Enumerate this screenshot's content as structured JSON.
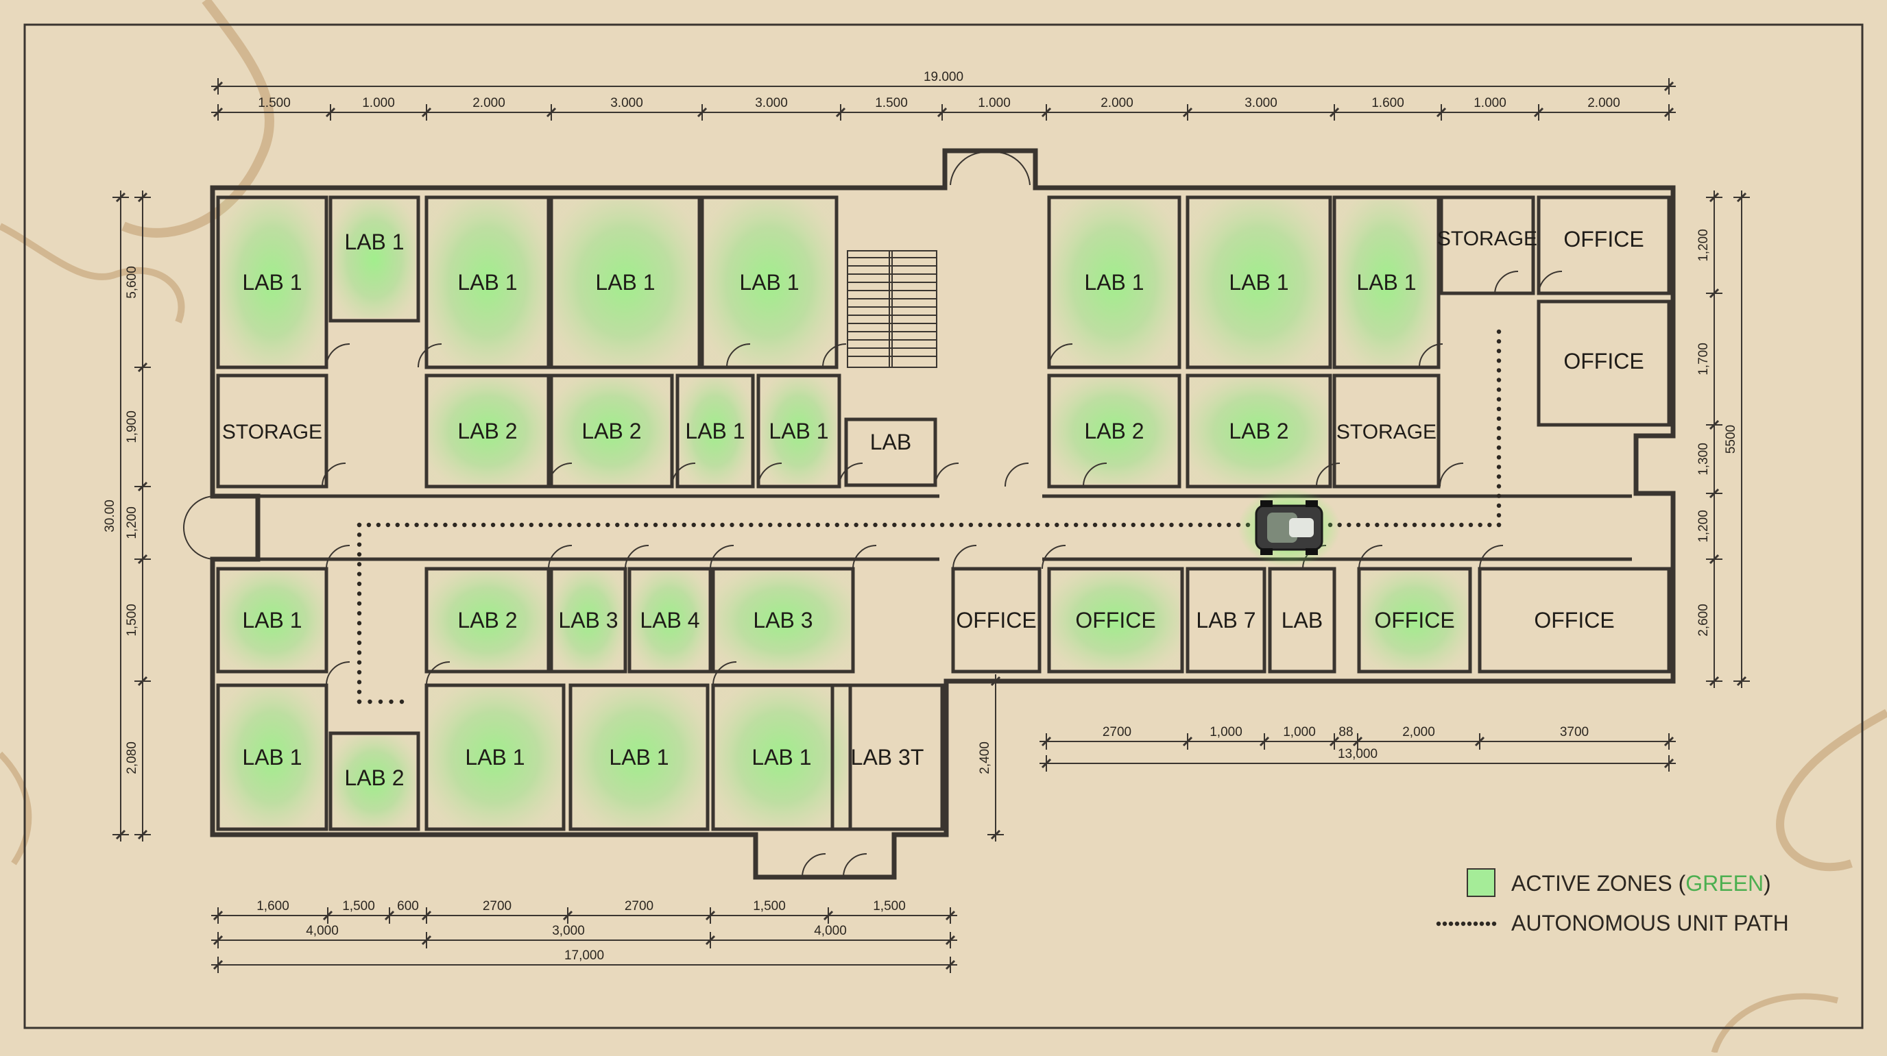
{
  "rooms": [
    {
      "id": "r1",
      "label": "LAB 1",
      "active": true
    },
    {
      "id": "r2",
      "label": "LAB 1",
      "active": true
    },
    {
      "id": "r3",
      "label": "LAB 1",
      "active": true
    },
    {
      "id": "r4",
      "label": "LAB 1",
      "active": true
    },
    {
      "id": "r5",
      "label": "LAB 1",
      "active": true
    },
    {
      "id": "r6",
      "label": "STORAGE",
      "active": false
    },
    {
      "id": "r7",
      "label": "LAB 2",
      "active": true
    },
    {
      "id": "r8",
      "label": "LAB 2",
      "active": true
    },
    {
      "id": "r9",
      "label": "LAB 1",
      "active": true
    },
    {
      "id": "r10",
      "label": "LAB 1",
      "active": true
    },
    {
      "id": "r11",
      "label": "LAB",
      "active": false
    },
    {
      "id": "r12",
      "label": "LAB 1",
      "active": true
    },
    {
      "id": "r13",
      "label": "LAB 1",
      "active": true
    },
    {
      "id": "r14",
      "label": "LAB 1",
      "active": true
    },
    {
      "id": "r15",
      "label": "STORAGE",
      "active": false
    },
    {
      "id": "r16",
      "label": "OFFICE",
      "active": false
    },
    {
      "id": "r17",
      "label": "OFFICE",
      "active": false
    },
    {
      "id": "r18",
      "label": "LAB 2",
      "active": true
    },
    {
      "id": "r19",
      "label": "LAB 2",
      "active": true
    },
    {
      "id": "r20",
      "label": "STORAGE",
      "active": false
    },
    {
      "id": "r21",
      "label": "LAB 1",
      "active": true
    },
    {
      "id": "r22",
      "label": "LAB 2",
      "active": true
    },
    {
      "id": "r23",
      "label": "LAB 3",
      "active": true
    },
    {
      "id": "r24",
      "label": "LAB 4",
      "active": true
    },
    {
      "id": "r25",
      "label": "LAB 3",
      "active": true
    },
    {
      "id": "r26",
      "label": "OFFICE",
      "active": false
    },
    {
      "id": "r27",
      "label": "OFFICE",
      "active": true
    },
    {
      "id": "r28",
      "label": "LAB 7",
      "active": false
    },
    {
      "id": "r29",
      "label": "LAB",
      "active": false
    },
    {
      "id": "r30",
      "label": "OFFICE",
      "active": true
    },
    {
      "id": "r31",
      "label": "OFFICE",
      "active": false
    },
    {
      "id": "r32",
      "label": "LAB 1",
      "active": true
    },
    {
      "id": "r33",
      "label": "LAB 2",
      "active": true
    },
    {
      "id": "r34",
      "label": "LAB 1",
      "active": true
    },
    {
      "id": "r35",
      "label": "LAB 1",
      "active": true
    },
    {
      "id": "r36",
      "label": "LAB 1",
      "active": true
    },
    {
      "id": "r37",
      "label": "LAB 3T",
      "active": false
    }
  ],
  "dimensions": {
    "overall_top": "19.000",
    "top_segments": [
      "1.500",
      "1.000",
      "2.000",
      "3.000",
      "3.000",
      "1.500",
      "1.000",
      "2.000",
      "3.000",
      "1.600",
      "1.000",
      "2.000"
    ],
    "left_segments": [
      "5,600",
      "1,900",
      "1,200",
      "1,500",
      "2,080"
    ],
    "left_overall": "30.00",
    "right_segments": [
      "1,200",
      "1,700",
      "1,300",
      "1,200",
      "2,600"
    ],
    "right_overall": "5500",
    "right_wing_segments": [
      "2700",
      "1,000",
      "1,000",
      "88",
      "2,000",
      "3700"
    ],
    "right_wing_overall": "13,000",
    "right_wing_height": "2,400",
    "bottom_row1": [
      "1,600",
      "1,500",
      "600",
      "2700",
      "2700",
      "1,500",
      "1,500"
    ],
    "bottom_row2": [
      "4,000",
      "3,000",
      "4,000"
    ],
    "bottom_overall": "17,000"
  },
  "legend": {
    "active_prefix": "ACTIVE ZONES (",
    "active_word": "GREEN",
    "active_suffix": ")",
    "path_label": "AUTONOMOUS UNIT PATH"
  },
  "colors": {
    "paper": "#e8d9bd",
    "wall": "#3a3530",
    "active_green": "#7be36b",
    "legend_green": "#4caf50",
    "stain": "#b98e5a"
  },
  "icons": {
    "unit": "autonomous-unit-icon",
    "stairs": "stairs-icon"
  }
}
